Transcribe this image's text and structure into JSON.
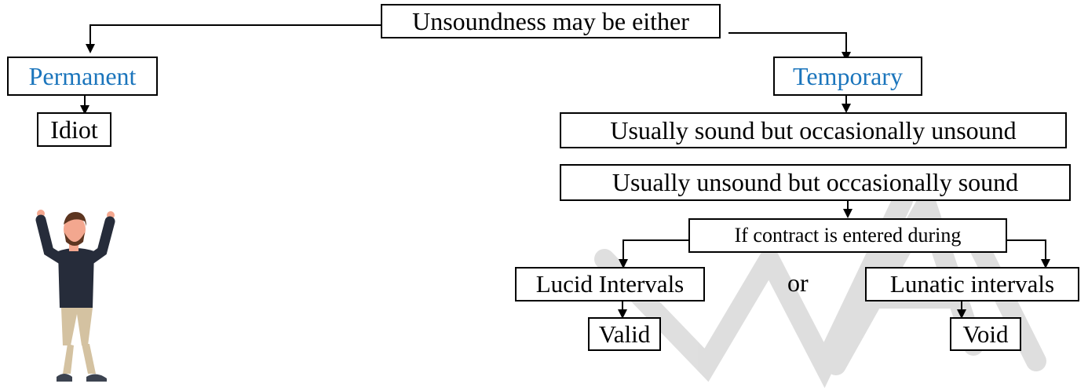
{
  "diagram": {
    "root": "Unsoundness may be either",
    "permanent": "Permanent",
    "temporary": "Temporary",
    "idiot": "Idiot",
    "usually_sound": "Usually sound but occasionally unsound",
    "usually_unsound": "Usually unsound but occasionally sound",
    "contract": "If contract is entered during",
    "lucid": "Lucid Intervals",
    "or": "or",
    "lunatic": "Lunatic intervals",
    "valid": "Valid",
    "void": "Void"
  },
  "colors": {
    "category_text": "#1b75bc",
    "watermark": "#d9d9d9",
    "lines": "#000000"
  },
  "illustration": "cheering-man-figure"
}
